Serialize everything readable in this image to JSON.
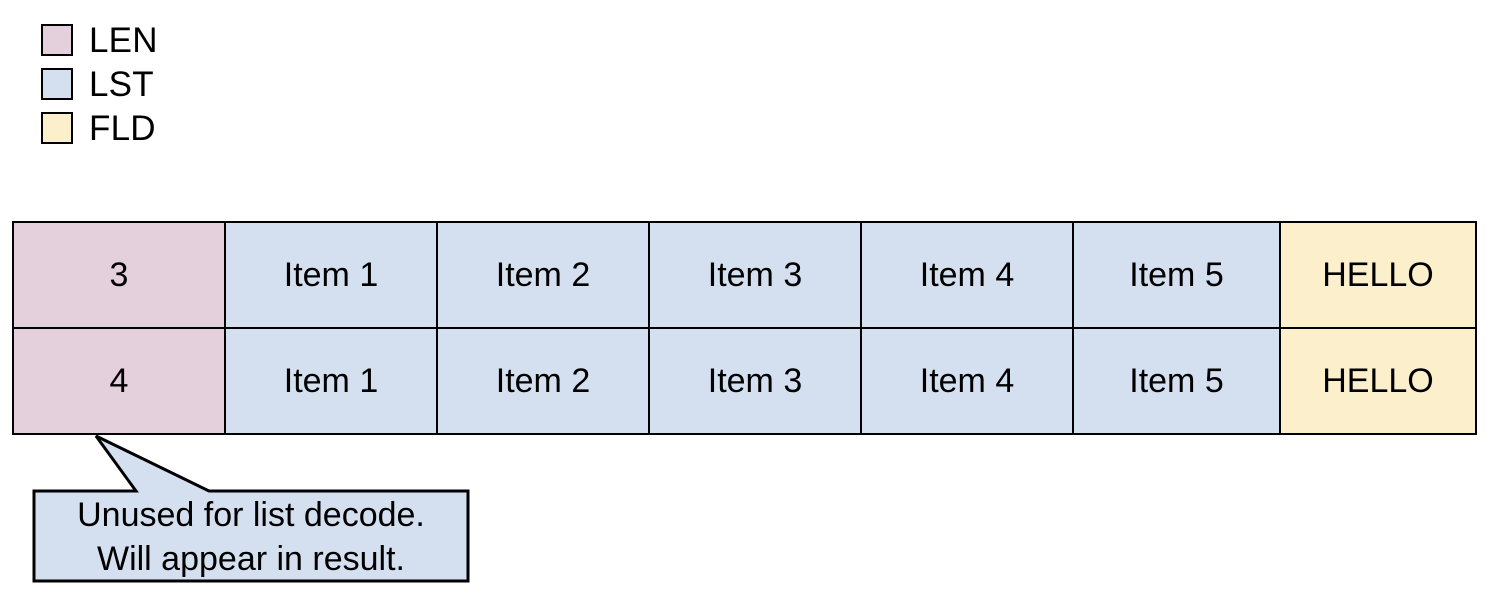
{
  "legend": {
    "items": [
      {
        "label": "LEN",
        "color": "#e4d0dc",
        "swatch_name": "legend-swatch-len"
      },
      {
        "label": "LST",
        "color": "#d4e0f0",
        "swatch_name": "legend-swatch-lst"
      },
      {
        "label": "FLD",
        "color": "#fcefcc",
        "swatch_name": "legend-swatch-fld"
      }
    ]
  },
  "table": {
    "rows": [
      {
        "len": "3",
        "list": [
          "Item 1",
          "Item 2",
          "Item 3",
          "Item 4",
          "Item 5"
        ],
        "field": "HELLO"
      },
      {
        "len": "4",
        "list": [
          "Item 1",
          "Item 2",
          "Item 3",
          "Item 4",
          "Item 5"
        ],
        "field": "HELLO"
      }
    ]
  },
  "callout": {
    "line1": "Unused for list decode.",
    "line2": "Will appear in result.",
    "fill": "#d4e0f0",
    "stroke": "#000000"
  }
}
